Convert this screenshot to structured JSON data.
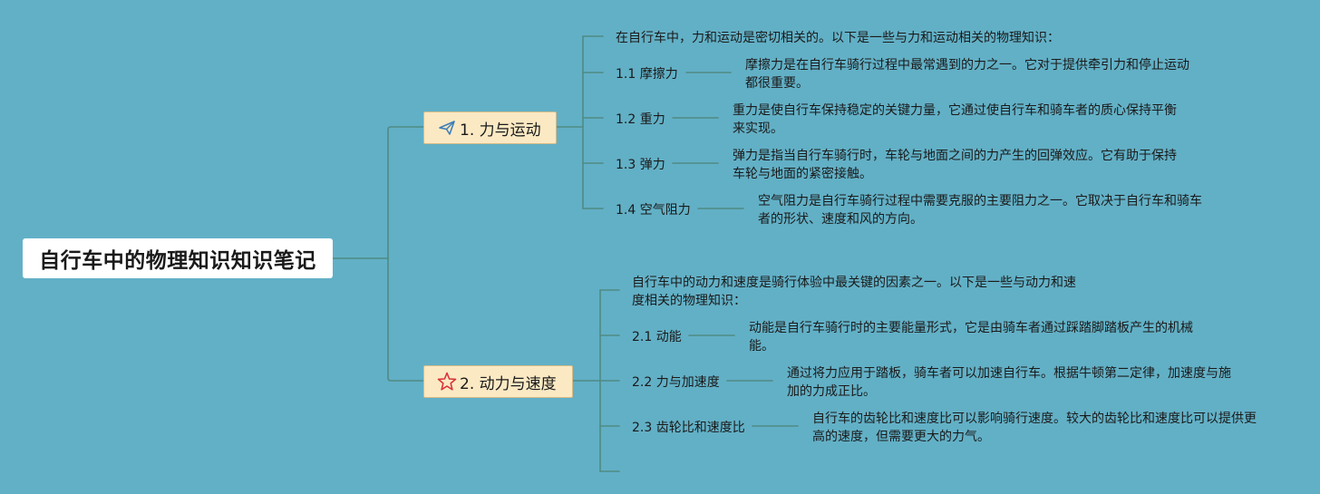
{
  "root": {
    "title": "自行车中的物理知识知识笔记"
  },
  "branches": [
    {
      "title": "1. 力与运动",
      "icon": "paper-plane-icon",
      "intro": "在自行车中，力和运动是密切相关的。以下是一些与力和运动相关的物理知识：",
      "items": [
        {
          "label": "1.1 摩擦力",
          "text": "摩擦力是在自行车骑行过程中最常遇到的力之一。它对于提供牵引力和停止运动都很重要。"
        },
        {
          "label": "1.2 重力",
          "text": "重力是使自行车保持稳定的关键力量，它通过使自行车和骑车者的质心保持平衡来实现。"
        },
        {
          "label": "1.3 弹力",
          "text": "弹力是指当自行车骑行时，车轮与地面之间的力产生的回弹效应。它有助于保持车轮与地面的紧密接触。"
        },
        {
          "label": "1.4 空气阻力",
          "text": "空气阻力是自行车骑行过程中需要克服的主要阻力之一。它取决于自行车和骑车者的形状、速度和风的方向。"
        }
      ]
    },
    {
      "title": "2. 动力与速度",
      "icon": "star-icon",
      "intro": "自行车中的动力和速度是骑行体验中最关键的因素之一。以下是一些与动力和速度相关的物理知识：",
      "items": [
        {
          "label": "2.1 动能",
          "text": "动能是自行车骑行时的主要能量形式，它是由骑车者通过踩踏脚踏板产生的机械能。"
        },
        {
          "label": "2.2 力与加速度",
          "text": "通过将力应用于踏板，骑车者可以加速自行车。根据牛顿第二定律，加速度与施加的力成正比。"
        },
        {
          "label": "2.3 齿轮比和速度比",
          "text": "自行车的齿轮比和速度比可以影响骑行速度。较大的齿轮比和速度比可以提供更高的速度，但需要更大的力气。"
        }
      ]
    }
  ],
  "colors": {
    "background": "#62b0c6",
    "connector": "#4f8a84",
    "root_fill": "#ffffff",
    "branch_fill": "#fbe9c4",
    "branch_border": "#d6bb86",
    "plane_icon": "#3d7fb8",
    "star_icon": "#d9343a"
  }
}
